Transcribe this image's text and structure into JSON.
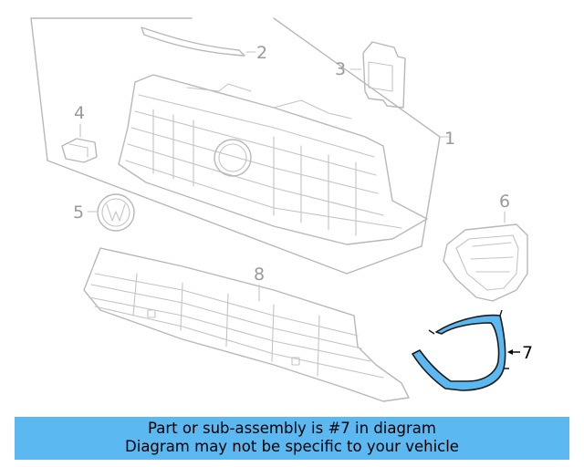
{
  "callouts": {
    "c1": "1",
    "c2": "2",
    "c3": "3",
    "c4": "4",
    "c5": "5",
    "c6": "6",
    "c7": "7",
    "c8": "8"
  },
  "highlight_color": "#5bb8f0",
  "banner": {
    "line1": "Part or sub-assembly is #7 in diagram",
    "line2": "Diagram may not be specific to your vehicle"
  }
}
